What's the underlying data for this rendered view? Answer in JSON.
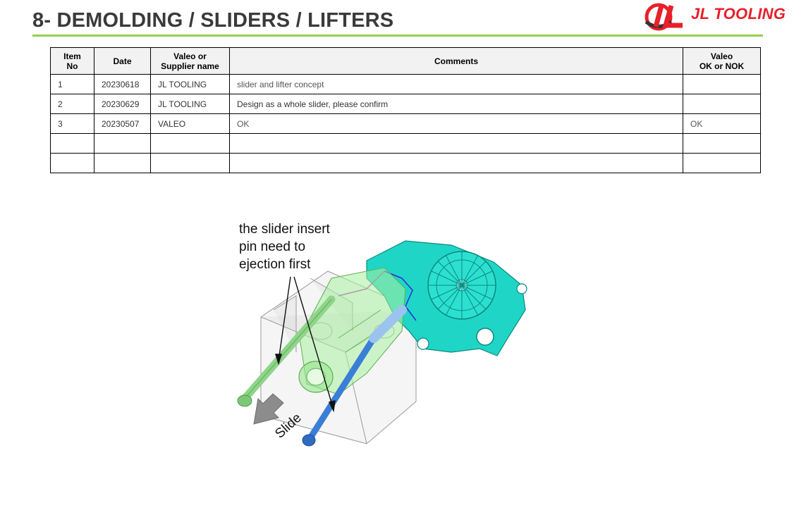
{
  "header": {
    "title": "8- DEMOLDING / SLIDERS / LIFTERS",
    "logo_text": "JL TOOLING",
    "accent_color": "#92d050",
    "logo_color": "#e8202a"
  },
  "table": {
    "columns": {
      "item_no": [
        "Item",
        "No"
      ],
      "date": "Date",
      "name": [
        "Valeo or",
        "Supplier name"
      ],
      "comments": "Comments",
      "status": [
        "Valeo",
        "OK or NOK"
      ]
    },
    "rows": [
      {
        "item": "1",
        "date": "20230618",
        "name": "JL TOOLING",
        "comment": "slider and lifter concept",
        "status": ""
      },
      {
        "item": "2",
        "date": "20230629",
        "name": "JL TOOLING",
        "comment": "Design as a whole slider, please confirm",
        "status": ""
      },
      {
        "item": "3",
        "date": "20230507",
        "name": "VALEO",
        "comment": "OK",
        "status": "OK"
      },
      {
        "item": "",
        "date": "",
        "name": "",
        "comment": "",
        "status": ""
      },
      {
        "item": "",
        "date": "",
        "name": "",
        "comment": "",
        "status": ""
      }
    ]
  },
  "figure": {
    "annotation_lines": [
      "the slider insert",
      "pin need to",
      "ejection first"
    ],
    "slide_label": "Slide",
    "part_color": "#1fd6c6",
    "slider_color": "#c8f0c0",
    "pin_color": "#3a7fd6"
  }
}
